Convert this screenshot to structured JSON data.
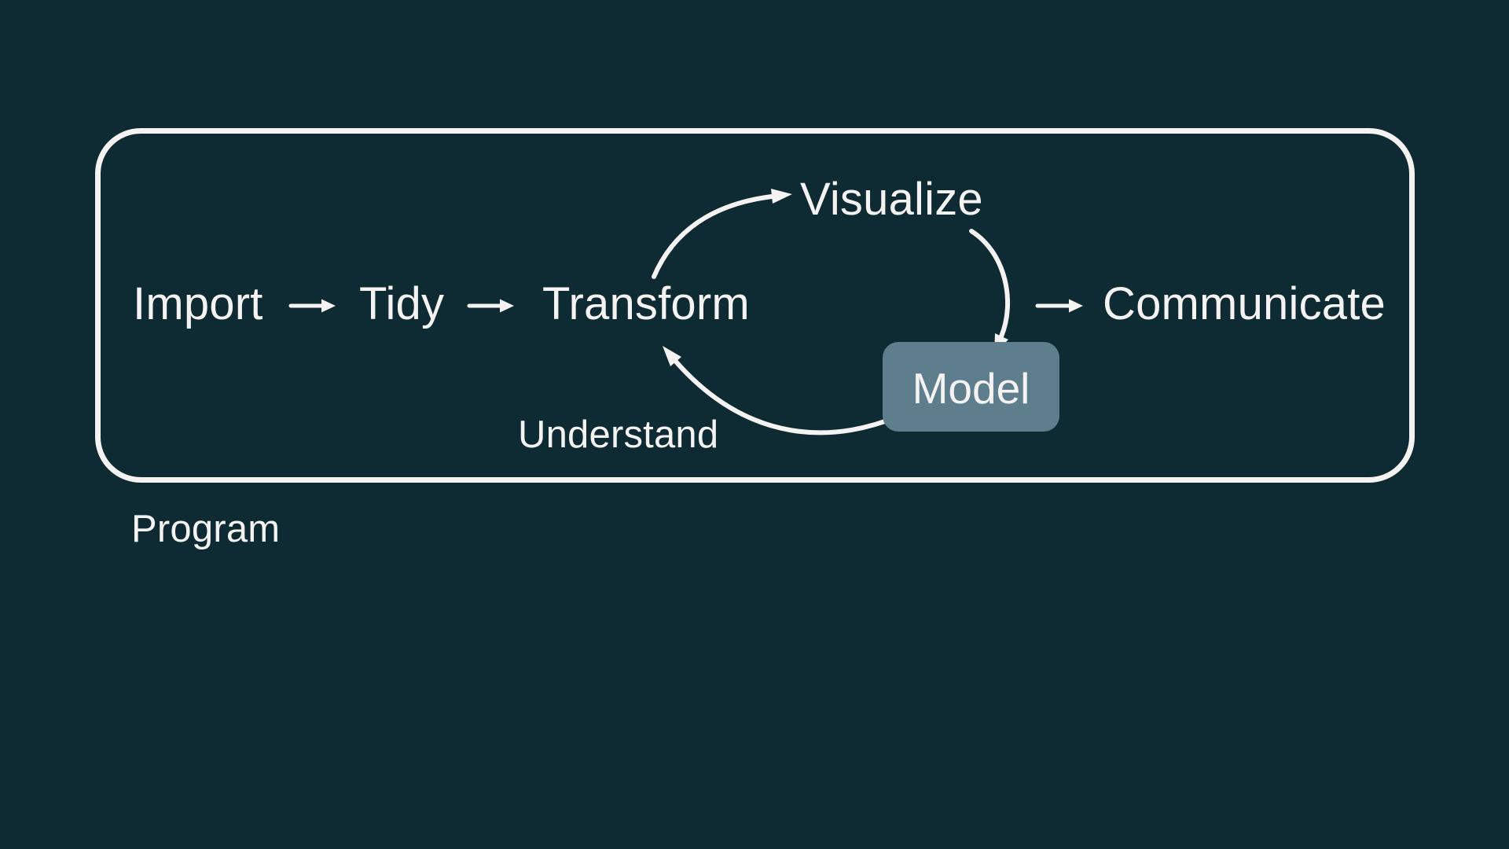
{
  "diagram": {
    "nodes": {
      "import": "Import",
      "tidy": "Tidy",
      "transform": "Transform",
      "visualize": "Visualize",
      "model": "Model",
      "communicate": "Communicate"
    },
    "labels": {
      "understand": "Understand",
      "program": "Program"
    },
    "colors": {
      "background": "#0e2a33",
      "foreground": "#f4f3f1",
      "model_box": "#5f7e8d"
    }
  }
}
